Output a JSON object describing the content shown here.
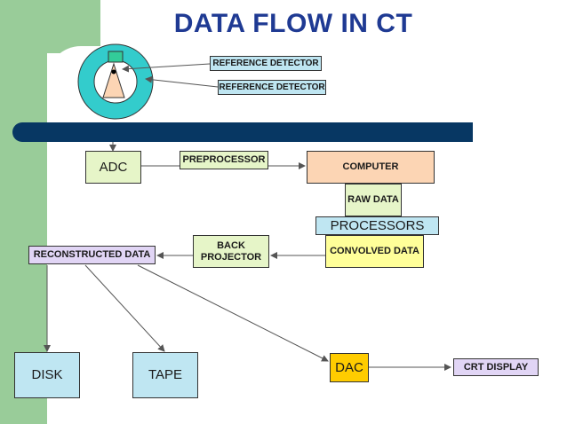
{
  "title": "DATA FLOW IN CT",
  "labels": {
    "ref_detector_1": "REFERENCE DETECTOR",
    "ref_detector_2": "REFERENCE DETECTOR",
    "adc": "ADC",
    "preprocessor": "PREPROCESSOR",
    "computer": "COMPUTER",
    "raw_data": "RAW DATA",
    "processors": "PROCESSORS",
    "back_projector_line1": "BACK",
    "back_projector_line2": "PROJECTOR",
    "convolved_data": "CONVOLVED DATA",
    "reconstructed_data": "RECONSTRUCTED DATA",
    "disk": "DISK",
    "tape": "TAPE",
    "dac": "DAC",
    "crt_display": "CRT DISPLAY"
  },
  "colors": {
    "title": "#1f3a93",
    "band": "#073763",
    "background_strip": "#99cc99",
    "gantry_ring": "#33cccc",
    "cyan_box": "#bfe6f2",
    "green_box": "#e6f5c8",
    "yellow_box": "#ffff99",
    "lilac_box": "#e1d5f5",
    "orange_box": "#ffcc00"
  }
}
